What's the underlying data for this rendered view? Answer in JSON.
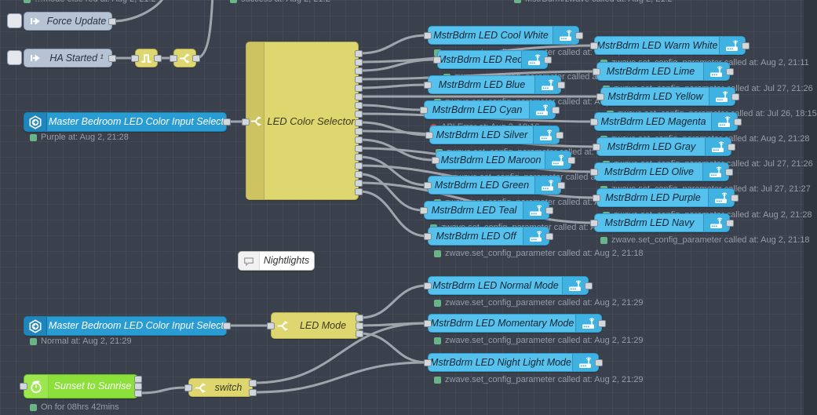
{
  "app": "node-red-flow-editor",
  "colors": {
    "background": "#3a414d",
    "wire": "#a0a5ab",
    "zwave_node": "#57c1ee",
    "home_assistant_node": "#2a9cd4",
    "switch_node": "#ded76f",
    "inject_node": "#b6c3d4",
    "timer_node": "#8ce03a",
    "status_ok": "#69b587",
    "status_error": "#cf4742"
  },
  "top_statuses": [
    {
      "text": "…mode else red at: Aug 2, 21:2"
    },
    {
      "text": "success at: Aug 2, 21:2"
    },
    {
      "text": "MstrBdrm/zwave called at: Aug 2, 21:2"
    }
  ],
  "nodes": {
    "force_update": {
      "label": "Force Update"
    },
    "ha_started": {
      "label": "HA Started ¹"
    },
    "input_select_top": {
      "label": "Master Bedroom LED Color Input Select",
      "status": "Purple at: Aug 2, 21:28"
    },
    "selector": {
      "label": "LED Color Selector"
    },
    "cool_white": {
      "label": "MstrBdrm LED Cool White",
      "status": "zwave.set_config_parameter called at: Jul 27, 21:26"
    },
    "red": {
      "label": "MstrBdrm LED Red",
      "status": "zwave.set_config_parameter called at: Jul 27, 21:26"
    },
    "blue": {
      "label": "MstrBdrm LED Blue",
      "status": "zwave.set_config_parameter called at: Aug 2, 21:26"
    },
    "cyan": {
      "label": "MstrBdrm LED Cyan",
      "status": "API Error at: Aug 2, 19:16"
    },
    "silver": {
      "label": "MstrBdrm LED Silver",
      "status": "zwave.set_config_parameter called at: Jul 27, 21:26"
    },
    "maroon": {
      "label": "MstrBdrm LED Maroon",
      "status": "zwave.set_config_parameter called at: Aug 2, 21:28"
    },
    "green": {
      "label": "MstrBdrm LED Green",
      "status": "zwave.set_config_parameter called at: Aug 2, 21:28"
    },
    "teal": {
      "label": "MstrBdrm LED Teal",
      "status": "zwave.set_config_parameter called at: Aug 2, 21:18"
    },
    "off": {
      "label": "MstrBdrm LED Off",
      "status": "zwave.set_config_parameter called at: Aug 2, 21:18"
    },
    "warm_white": {
      "label": "MstrBdrm LED Warm White",
      "status": "zwave.set_config_parameter called at: Aug 2, 21:11"
    },
    "lime": {
      "label": "MstrBdrm LED Lime",
      "status": "zwave.set_config_parameter called at: Jul 27, 21:26"
    },
    "yellow": {
      "label": "MstrBdrm LED Yellow",
      "status": "zwave.set_config_parameter called at: Jul 26, 18:15"
    },
    "magenta": {
      "label": "MstrBdrm LED Magenta",
      "status": "zwave.set_config_parameter called at: Aug 2, 21:28"
    },
    "gray": {
      "label": "MstrBdrm LED Gray",
      "status": "zwave.set_config_parameter called at: Jul 27, 21:26"
    },
    "olive": {
      "label": "MstrBdrm LED Olive",
      "status": "zwave.set_config_parameter called at: Jul 27, 21:27"
    },
    "purple": {
      "label": "MstrBdrm LED Purple",
      "status": "zwave.set_config_parameter called at: Aug 2, 21:28"
    },
    "navy": {
      "label": "MstrBdrm LED Navy",
      "status": "zwave.set_config_parameter called at: Aug 2, 21:18"
    },
    "nightlights": {
      "label": "Nightlights"
    },
    "input_select_bottom": {
      "label": "Master Bedroom LED Color Input Select",
      "status": "Normal at: Aug 2, 21:29"
    },
    "led_mode": {
      "label": "LED Mode"
    },
    "normal_mode": {
      "label": "MstrBdrm LED Normal Mode",
      "status": "zwave.set_config_parameter called at: Aug 2, 21:29"
    },
    "momentary_mode": {
      "label": "MstrBdrm LED Momentary Mode",
      "status": "zwave.set_config_parameter called at: Aug 2, 21:29"
    },
    "nightlight_mode": {
      "label": "MstrBdrm LED Night Light Mode",
      "status": "zwave.set_config_parameter called at: Aug 2, 21:29"
    },
    "sunset": {
      "label": "Sunset to Sunrise",
      "status": "On for 08hrs 42mins"
    },
    "switch_bottom": {
      "label": "switch"
    }
  }
}
